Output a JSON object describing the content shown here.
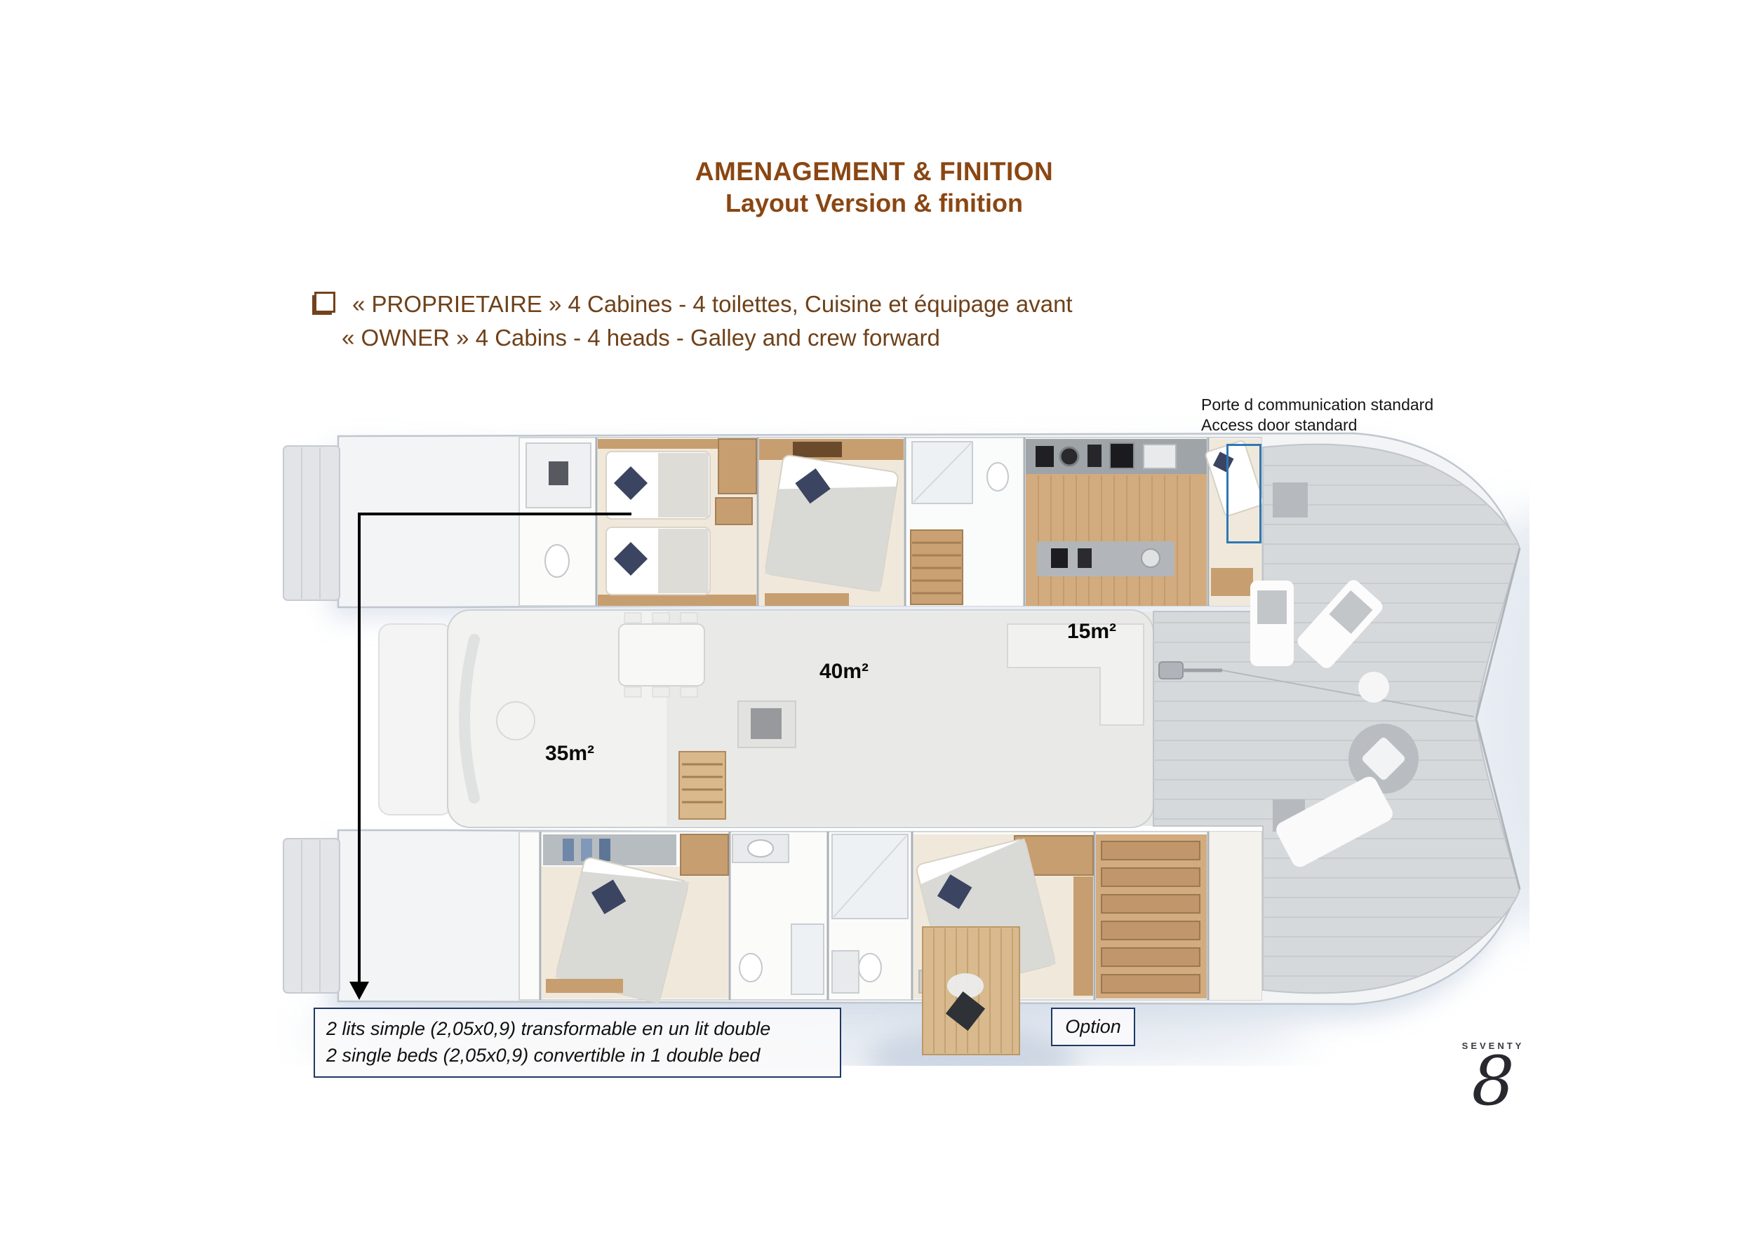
{
  "header": {
    "title_fr": "AMENAGEMENT & FINITION",
    "title_en": "Layout Version & finition"
  },
  "layout_option": {
    "checkbox_icon": "shadowed-empty-square",
    "line_fr": "« PROPRIETAIRE » 4 Cabines -  4 toilettes,  Cuisine et équipage avant",
    "line_en": "« OWNER »  4 Cabins -  4 heads -  Galley and crew forward"
  },
  "plan": {
    "access_door_note": {
      "line_fr": "Porte d communication standard",
      "line_en": "Access door standard"
    },
    "area_labels": {
      "forward_cockpit": "15m²",
      "saloon": "40m²",
      "aft_cockpit": "35m²"
    },
    "beds_note": {
      "line_fr": "2 lits simple (2,05x0,9) transformable en  un lit double",
      "line_en": "2 single beds (2,05x0,9) convertible in 1 double bed"
    },
    "option_label": "Option"
  },
  "logo": {
    "brand": "SEVENTY",
    "model": "8"
  },
  "colors": {
    "title_brown": "#8a4612",
    "bullet_brown": "#6f4119",
    "annotation_navy": "#1f3864",
    "highlight_blue": "#2e78b5",
    "arrow_black": "#000000",
    "logo_dark": "#28282f",
    "deck_gray": "#d6d9dc",
    "wood_floor": "#d2ab7e",
    "cabin_floor_cream": "#f0e9db",
    "pillow_navy": "#3b4460",
    "water_shadow": "#c7d2e2"
  }
}
